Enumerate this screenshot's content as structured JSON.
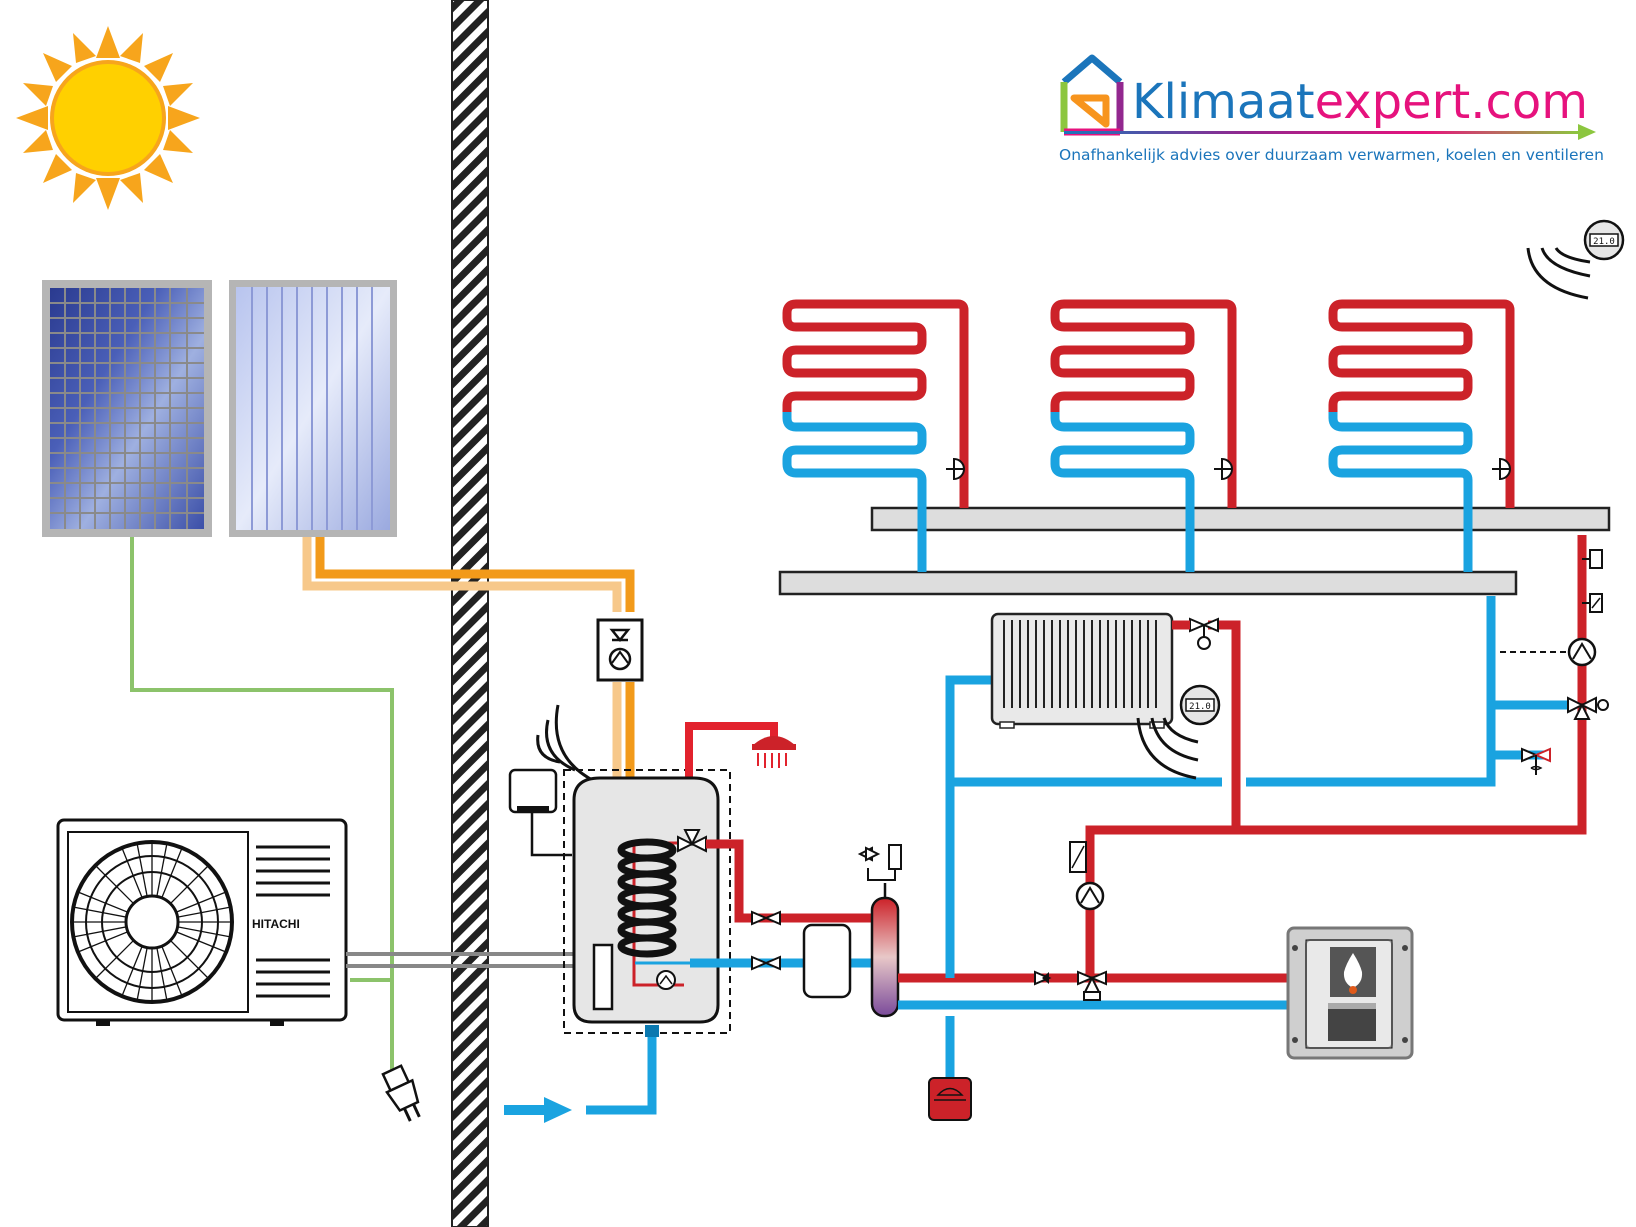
{
  "logo": {
    "wordmark_prefix": "Klimaat",
    "wordmark_suffix": "expert.com",
    "tagline": "Onafhankelijk advies over duurzaam verwarmen, koelen en ventileren"
  },
  "outdoor_unit": {
    "brand": "HITACHI"
  },
  "thermostat": {
    "display": "21.0"
  },
  "colors": {
    "hot": "#cc2229",
    "cold": "#1aa3e0",
    "solar": "#f29a1a",
    "solar_light": "#f7c88a",
    "electric": "#8cc36b",
    "sun": "#ffd000",
    "sun_rays": "#f7a51c",
    "brand_blue": "#1b75bb",
    "brand_purple": "#92278f"
  },
  "icons": [
    "sun-icon",
    "pv-panel-icon",
    "solar-collector-icon",
    "heat-pump-icon",
    "boiler-icon",
    "shower-icon",
    "pump-icon",
    "valve-icon",
    "thermostat-icon",
    "wireless-signal-icon",
    "plug-icon",
    "expansion-vessel-icon",
    "radiator-icon",
    "flame-icon",
    "arrow-right-icon"
  ]
}
